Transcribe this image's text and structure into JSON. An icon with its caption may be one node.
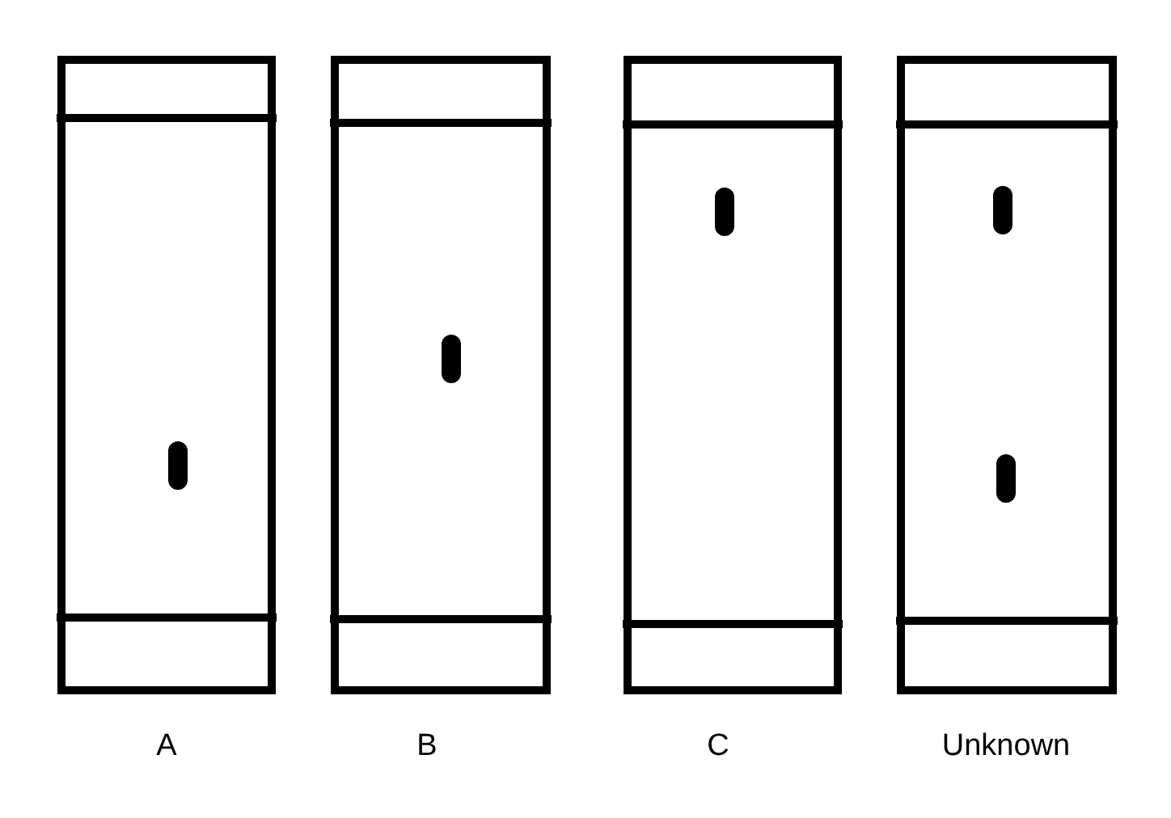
{
  "diagram": {
    "labels": [
      "A",
      "B",
      "C",
      "Unknown"
    ]
  }
}
